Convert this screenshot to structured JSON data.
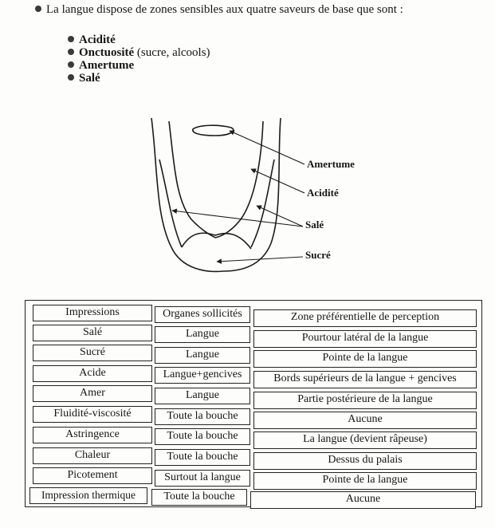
{
  "intro": "La langue dispose de zones sensibles aux quatre saveurs de base que sont :",
  "flavors": [
    {
      "label": "Acidité",
      "note": ""
    },
    {
      "label": "Onctuosité",
      "note": " (sucre, alcools)"
    },
    {
      "label": "Amertume",
      "note": ""
    },
    {
      "label": "Salé",
      "note": ""
    }
  ],
  "diagram_labels": {
    "amertume": "Amertume",
    "acidite": "Acidité",
    "sale": "Salé",
    "sucre": "Sucré"
  },
  "table": {
    "headers": [
      "Impressions",
      "Organes sollicités",
      "Zone préférentielle de perception"
    ],
    "rows": [
      [
        "Salé",
        "Langue",
        "Pourtour latéral de la langue"
      ],
      [
        "Sucré",
        "Langue",
        "Pointe de la langue"
      ],
      [
        "Acide",
        "Langue+gencives",
        "Bords supérieurs de la langue + gencives"
      ],
      [
        "Amer",
        "Langue",
        "Partie postérieure de la langue"
      ],
      [
        "Fluidité-viscosité",
        "Toute la bouche",
        "Aucune"
      ],
      [
        "Astringence",
        "Toute la bouche",
        "La langue (devient râpeuse)"
      ],
      [
        "Chaleur",
        "Toute la bouche",
        "Dessus du palais"
      ],
      [
        "Picotement",
        "Surtout la langue",
        "Pointe de la langue"
      ],
      [
        "Impression thermique",
        "Toute la bouche",
        "Aucune"
      ]
    ]
  }
}
